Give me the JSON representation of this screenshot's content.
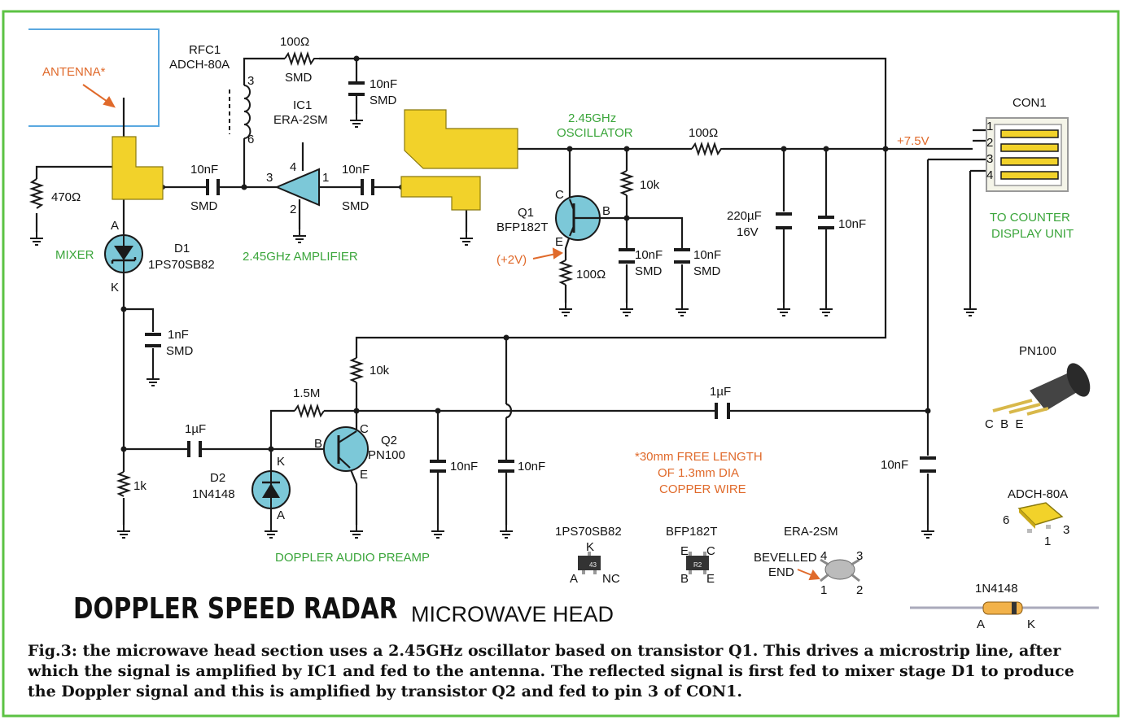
{
  "labels": {
    "antenna": "ANTENNA*",
    "rfc1": "RFC1",
    "rfc1_part": "ADCH-80A",
    "r_top": "100Ω",
    "smd": "SMD",
    "c_10nf": "10nF",
    "ic1": "IC1",
    "ic1_part": "ERA-2SM",
    "pin3": "3",
    "pin6": "6",
    "pin4": "4",
    "pin1": "1",
    "pin2": "2",
    "r470": "470Ω",
    "amp": "2.45GHz AMPLIFIER",
    "mixer": "MIXER",
    "d1": "D1",
    "d1_part": "1PS70SB82",
    "anode": "A",
    "cathode": "K",
    "osc_line1": "2.45GHz",
    "osc_line2": "OSCILLATOR",
    "r_osc": "100Ω",
    "r10k": "10k",
    "q1": "Q1",
    "q1_part": "BFP182T",
    "plus2v": "(+2V)",
    "r_emit": "100Ω",
    "c220_1": "220µF",
    "c220_2": "16V",
    "plus75": "+7.5V",
    "con1": "CON1",
    "con_pins": [
      "1",
      "2",
      "3",
      "4"
    ],
    "to_counter_1": "TO COUNTER",
    "to_counter_2": "DISPLAY UNIT",
    "c1nf": "1nF",
    "r1_5m": "1.5M",
    "q2": "Q2",
    "q2_part": "PN100",
    "c1uf": "1µF",
    "d2": "D2",
    "d2_part": "1N4148",
    "r1k": "1k",
    "preamp": "DOPPLER AUDIO PREAMP",
    "note_1": "*30mm FREE LENGTH",
    "note_2": "OF 1.3mm DIA",
    "note_3": "COPPER WIRE",
    "b": "B",
    "c": "C",
    "e": "E",
    "nc": "NC",
    "pkg_pn100": "PN100",
    "pkg_cbe": "C  B  E",
    "pkg_adch": "ADCH-80A",
    "pkg_1ps": "1PS70SB82",
    "pkg_bfp": "BFP182T",
    "pkg_era": "ERA-2SM",
    "bevelled_1": "BEVELLED",
    "bevelled_2": "END",
    "pkg_1n4148": "1N4148",
    "chip_1ps": "43",
    "chip_bfp": "R2"
  },
  "title_main": "DOPPLER SPEED RADAR",
  "title_sub": "MICROWAVE HEAD",
  "caption": "Fig.3: the microwave head section uses a 2.45GHz oscillator based on transistor Q1. This drives a microstrip line, after which the signal is amplified by IC1 and fed to the antenna. The reflected signal is first fed to mixer stage D1 to produce the Doppler signal and this is amplified by transistor Q2 and fed to pin 3 of CON1.",
  "colors": {
    "border": "#5cc243",
    "microstrip": "#f2d22a",
    "component": "#7cc8d8",
    "green_text": "#3aa53a",
    "orange_text": "#e06a2b"
  }
}
